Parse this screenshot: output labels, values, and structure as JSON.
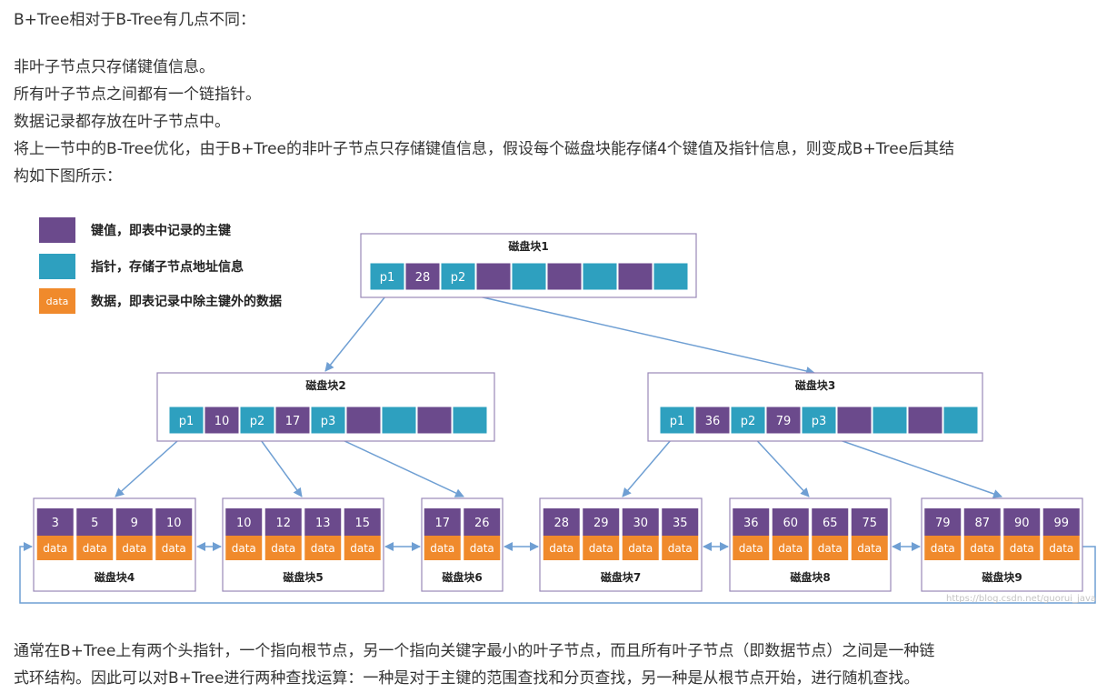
{
  "heading": "B+Tree相对于B-Tree有几点不同：",
  "points": [
    "非叶子节点只存储键值信息。",
    "所有叶子节点之间都有一个链指针。",
    "数据记录都存放在叶子节点中。"
  ],
  "paragraph1": [
    "将上一节中的B-Tree优化，由于B+Tree的非叶子节点只存储键值信息，假设每个磁盘块能存储4个键值及指针信息，则变成B+Tree后其结",
    "构如下图所示："
  ],
  "colors": {
    "key": "#6b4a8c",
    "pointer": "#2ea0bf",
    "data": "#f08a2c",
    "box_border": "#9a88b8",
    "arrow": "#6f9fd3"
  },
  "legend": [
    {
      "swatch": "key",
      "label": "键值，即表中记录的主键"
    },
    {
      "swatch": "pointer",
      "label": "指针，存储子节点地址信息"
    },
    {
      "swatch": "data",
      "swatch_text": "data",
      "label": "数据，即表记录中除主键外的数据"
    }
  ],
  "tree": {
    "root": {
      "title": "磁盘块1",
      "cells": [
        [
          "p",
          "p1"
        ],
        [
          "k",
          "28"
        ],
        [
          "p",
          "p2"
        ],
        [
          "k",
          ""
        ],
        [
          "p",
          ""
        ],
        [
          "k",
          ""
        ],
        [
          "p",
          ""
        ],
        [
          "k",
          ""
        ],
        [
          "p",
          ""
        ]
      ]
    },
    "internal": [
      {
        "title": "磁盘块2",
        "cells": [
          [
            "p",
            "p1"
          ],
          [
            "k",
            "10"
          ],
          [
            "p",
            "p2"
          ],
          [
            "k",
            "17"
          ],
          [
            "p",
            "p3"
          ],
          [
            "k",
            ""
          ],
          [
            "p",
            ""
          ],
          [
            "k",
            ""
          ],
          [
            "p",
            ""
          ]
        ]
      },
      {
        "title": "磁盘块3",
        "cells": [
          [
            "p",
            "p1"
          ],
          [
            "k",
            "36"
          ],
          [
            "p",
            "p2"
          ],
          [
            "k",
            "79"
          ],
          [
            "p",
            "p3"
          ],
          [
            "k",
            ""
          ],
          [
            "p",
            ""
          ],
          [
            "k",
            ""
          ],
          [
            "p",
            ""
          ]
        ]
      }
    ],
    "data_label": "data",
    "leaves": [
      {
        "title": "磁盘块4",
        "keys": [
          "3",
          "5",
          "9",
          "10"
        ]
      },
      {
        "title": "磁盘块5",
        "keys": [
          "10",
          "12",
          "13",
          "15"
        ]
      },
      {
        "title": "磁盘块6",
        "keys": [
          "17",
          "26"
        ]
      },
      {
        "title": "磁盘块7",
        "keys": [
          "28",
          "29",
          "30",
          "35"
        ]
      },
      {
        "title": "磁盘块8",
        "keys": [
          "36",
          "60",
          "65",
          "75"
        ]
      },
      {
        "title": "磁盘块9",
        "keys": [
          "79",
          "87",
          "90",
          "99"
        ]
      }
    ]
  },
  "watermark": "https://blog.csdn.net/guorui_java",
  "paragraph2": [
    "通常在B+Tree上有两个头指针，一个指向根节点，另一个指向关键字最小的叶子节点，而且所有叶子节点（即数据节点）之间是一种链",
    "式环结构。因此可以对B+Tree进行两种查找运算：一种是对于主键的范围查找和分页查找，另一种是从根节点开始，进行随机查找。"
  ]
}
